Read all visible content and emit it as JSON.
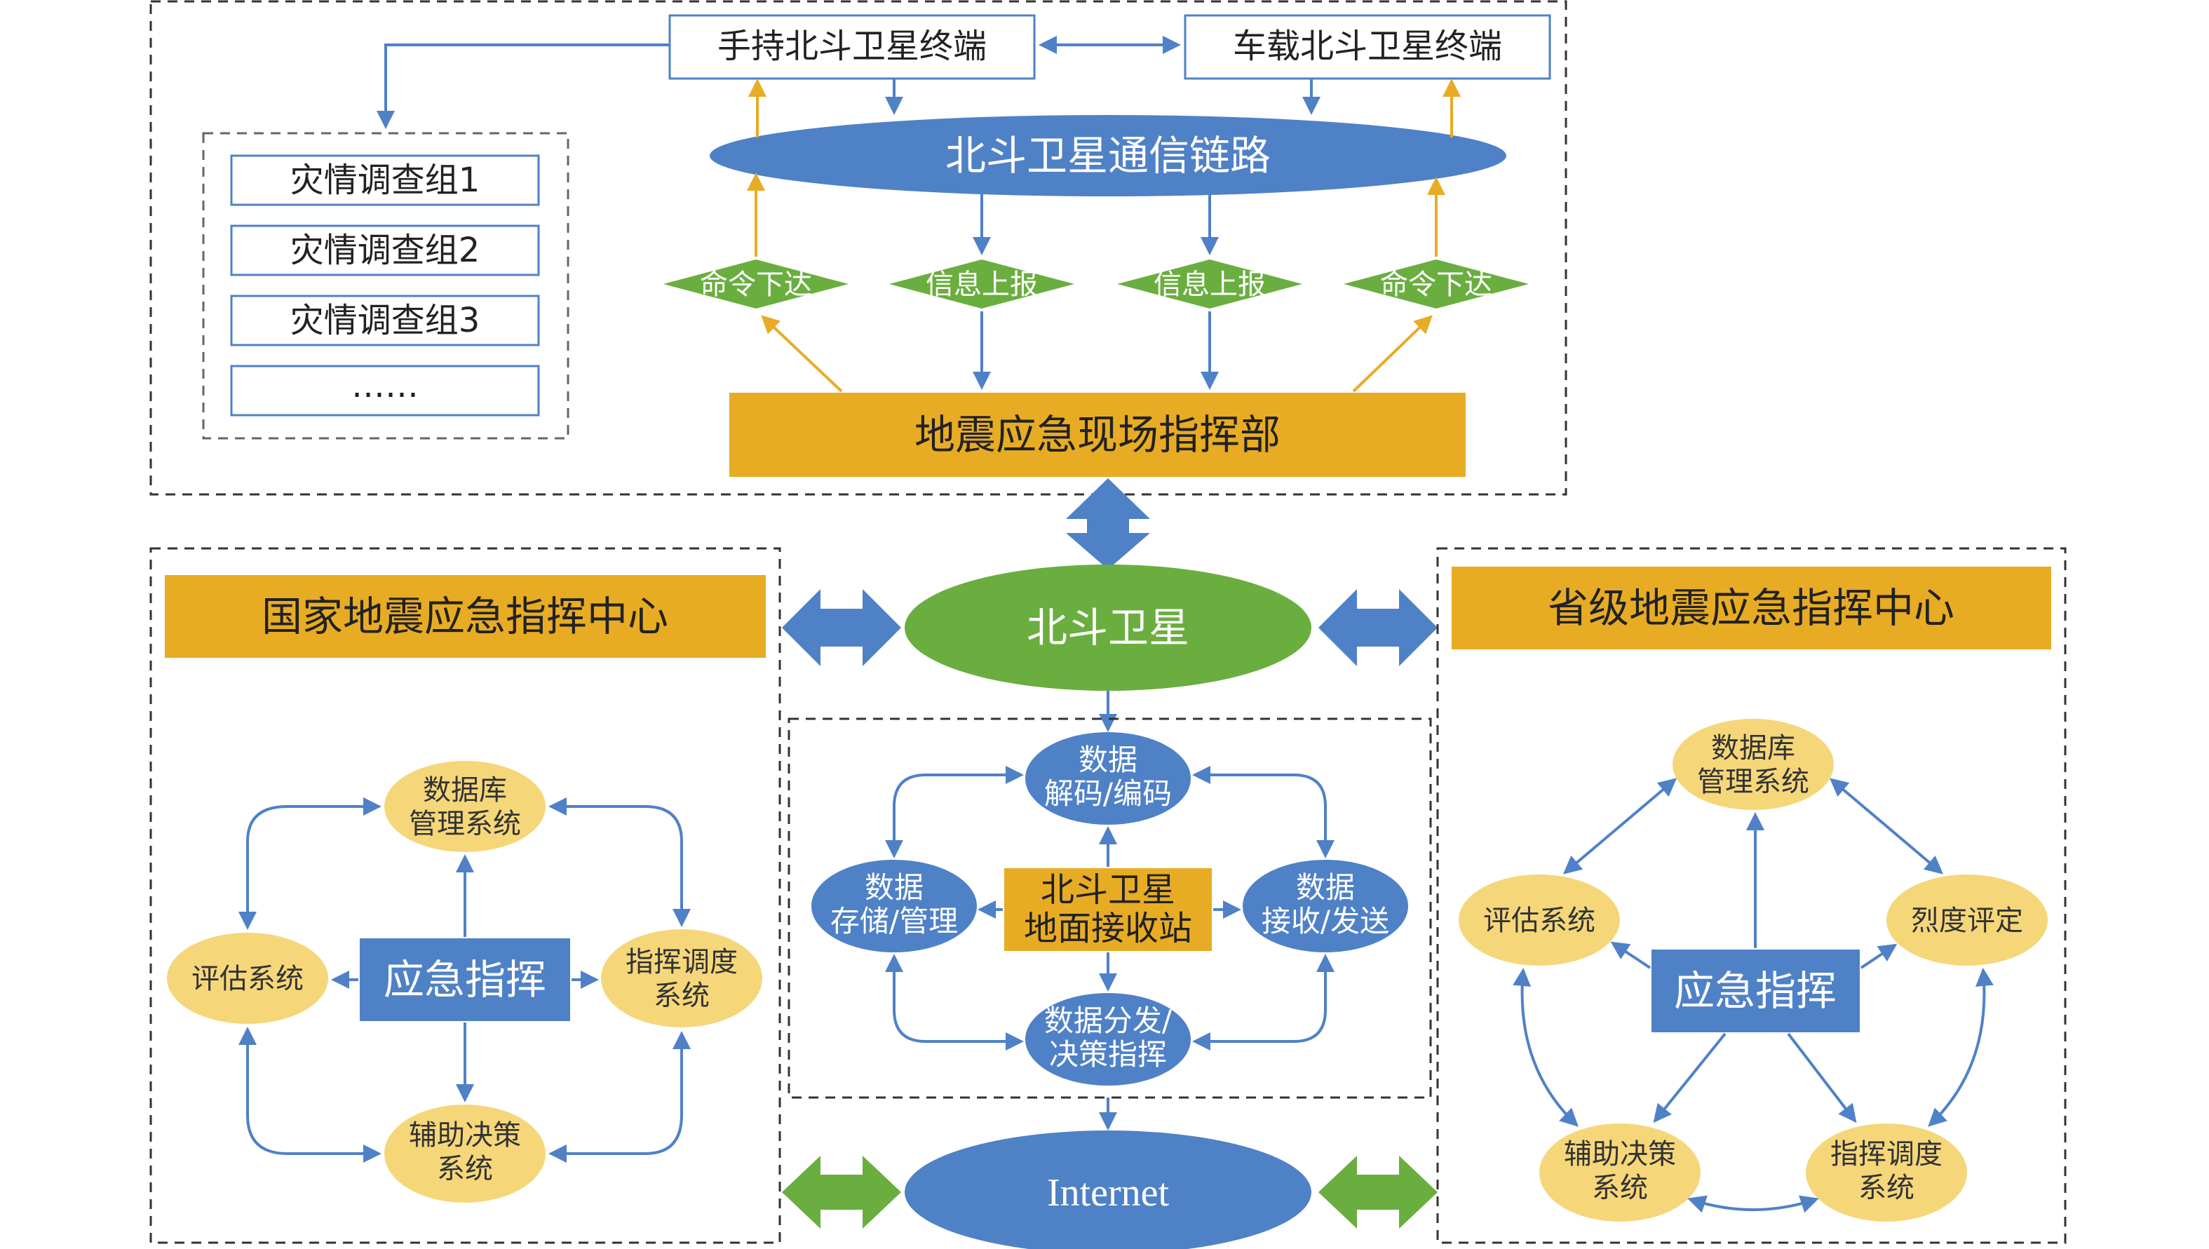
{
  "top": {
    "handheld_terminal": "手持北斗卫星终端",
    "vehicle_terminal": "车载北斗卫星终端",
    "comm_link": "北斗卫星通信链路",
    "command_down": "命令下达",
    "info_up": "信息上报",
    "field_hq": "地震应急现场指挥部",
    "survey_groups": [
      "灾情调查组1",
      "灾情调查组2",
      "灾情调查组3",
      "……"
    ]
  },
  "national": {
    "title": "国家地震应急指挥中心",
    "core": "应急指挥",
    "db_line1": "数据库",
    "db_line2": "管理系统",
    "eval": "评估系统",
    "dispatch_line1": "指挥调度",
    "dispatch_line2": "系统",
    "aid_line1": "辅助决策",
    "aid_line2": "系统"
  },
  "center": {
    "satellite": "北斗卫星",
    "station_line1": "北斗卫星",
    "station_line2": "地面接收站",
    "decode_line1": "数据",
    "decode_line2": "解码/编码",
    "storage_line1": "数据",
    "storage_line2": "存储/管理",
    "receive_line1": "数据",
    "receive_line2": "接收/发送",
    "distribute_line1": "数据分发/",
    "distribute_line2": "决策指挥",
    "internet": "Internet"
  },
  "provincial": {
    "title": "省级地震应急指挥中心",
    "core": "应急指挥",
    "db_line1": "数据库",
    "db_line2": "管理系统",
    "eval": "评估系统",
    "intensity": "烈度评定",
    "aid_line1": "辅助决策",
    "aid_line2": "系统",
    "dispatch_line1": "指挥调度",
    "dispatch_line2": "系统"
  },
  "colors": {
    "blue": "#4f81c7",
    "orange": "#e8ac24",
    "green": "#6aae3f",
    "yellow_node": "#f5d77a",
    "arrow_blue": "#4f81c7",
    "arrow_orange": "#e8ac24",
    "border_blue": "#4f81c7",
    "dash": "#333333"
  }
}
